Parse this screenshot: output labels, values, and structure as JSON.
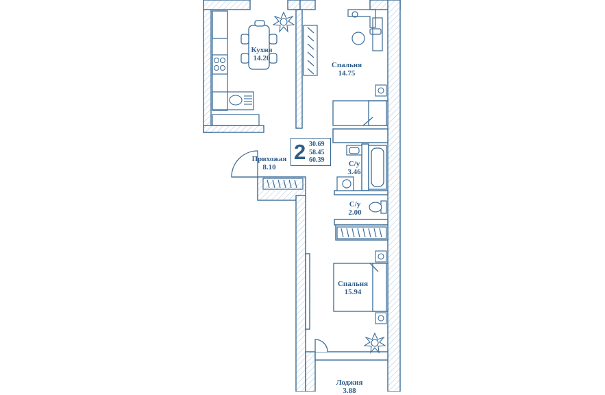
{
  "plan": {
    "rooms_count": "2",
    "areas": [
      "30.69",
      "58.45",
      "60.39"
    ],
    "rooms": {
      "kitchen": {
        "name": "Кухня",
        "area": "14.20"
      },
      "bedroom1": {
        "name": "Спальня",
        "area": "14.75"
      },
      "hall": {
        "name": "Прихожая",
        "area": "8.10"
      },
      "bath": {
        "name": "С/у",
        "area": "3.46"
      },
      "wc": {
        "name": "С/у",
        "area": "2.00"
      },
      "bedroom2": {
        "name": "Спальня",
        "area": "15.94"
      },
      "loggia": {
        "name": "Лоджия",
        "area": "3.88"
      }
    },
    "colors": {
      "wall": "#3a6b98",
      "text": "#2f5d8a",
      "hatch": "#b9cde0",
      "background": "#ffffff"
    }
  }
}
